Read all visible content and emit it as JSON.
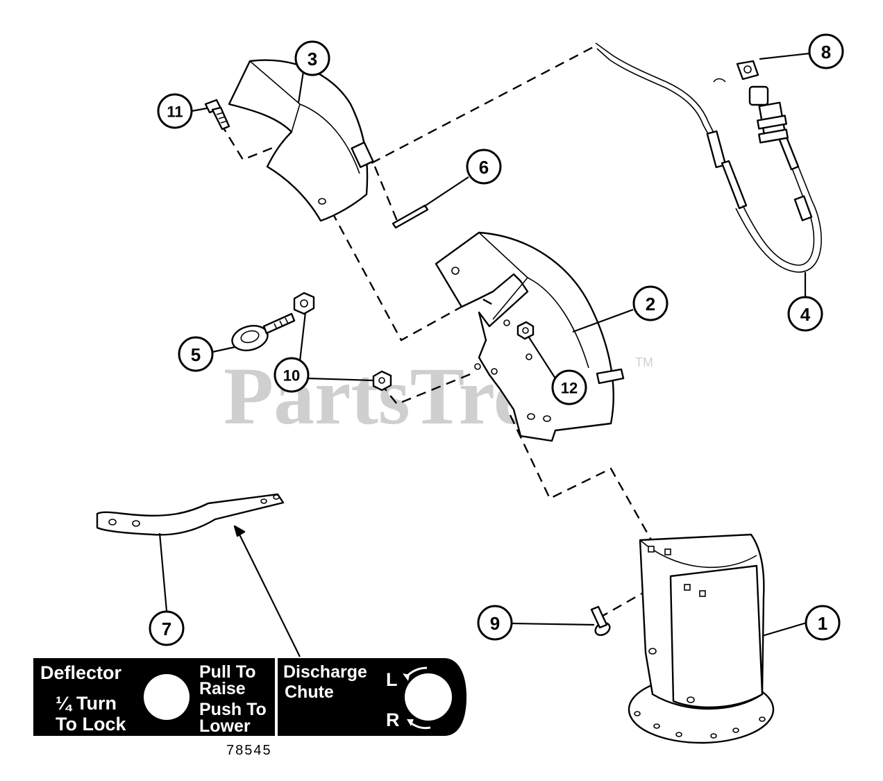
{
  "watermark": {
    "text": "PartsTree",
    "trademark": "TM"
  },
  "callouts": [
    "1",
    "2",
    "3",
    "4",
    "5",
    "6",
    "7",
    "8",
    "9",
    "10",
    "11",
    "12"
  ],
  "decal": {
    "deflector_title": "Deflector",
    "deflector_line1": "¼ Turn",
    "deflector_line2": "To Lock",
    "pull_line1": "Pull To",
    "pull_line2": "Raise",
    "push_line1": "Push To",
    "push_line2": "Lower",
    "chute_line1": "Discharge",
    "chute_line2": "Chute",
    "left_letter": "L",
    "right_letter": "R"
  },
  "decal_part_number": "78545"
}
